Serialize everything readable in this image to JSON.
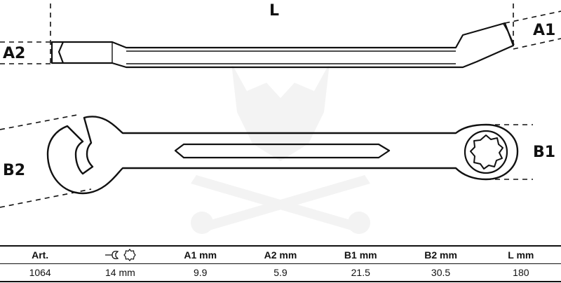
{
  "diagram": {
    "labels": {
      "length": "L",
      "ring_thickness": "A1",
      "open_thickness": "A2",
      "ring_width": "B1",
      "open_width": "B2"
    }
  },
  "table": {
    "headers": {
      "art": "Art.",
      "size_icon": "wrench-size-icon",
      "a1": "A1   mm",
      "a2": "A2  mm",
      "b1": "B1  mm",
      "b2": "B2   mm",
      "l": "L   mm"
    },
    "row": {
      "art": "1064",
      "size": "14 mm",
      "a1": "9.9",
      "a2": "5.9",
      "b1": "21.5",
      "b2": "30.5",
      "l": "180"
    }
  }
}
